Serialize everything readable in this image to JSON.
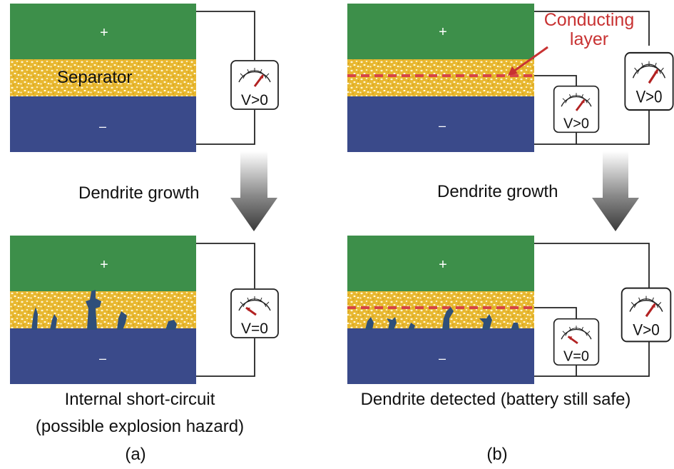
{
  "colors": {
    "positive_electrode": "#3d8f4a",
    "negative_electrode": "#3a4a8a",
    "separator": "#e8b830",
    "dendrite": "#2f4f7a",
    "conducting_layer": "#d64545",
    "wire": "#222222",
    "needle": "#b22222"
  },
  "panel_a": {
    "top": {
      "positive_sign": "+",
      "negative_sign": "–",
      "separator_label": "Separator",
      "meter_reading": "V>0"
    },
    "transition_label": "Dendrite growth",
    "bottom": {
      "positive_sign": "+",
      "negative_sign": "–",
      "meter_reading": "V=0"
    },
    "caption_line1": "Internal short-circuit",
    "caption_line2": "(possible explosion hazard)",
    "panel_label": "(a)"
  },
  "panel_b": {
    "top": {
      "positive_sign": "+",
      "negative_sign": "–",
      "conducting_layer_label_line1": "Conducting",
      "conducting_layer_label_line2": "layer",
      "inner_meter_reading": "V>0",
      "outer_meter_reading": "V>0"
    },
    "transition_label": "Dendrite growth",
    "bottom": {
      "positive_sign": "+",
      "negative_sign": "–",
      "inner_meter_reading": "V=0",
      "outer_meter_reading": "V>0"
    },
    "caption": "Dendrite detected (battery still safe)",
    "panel_label": "(b)"
  }
}
